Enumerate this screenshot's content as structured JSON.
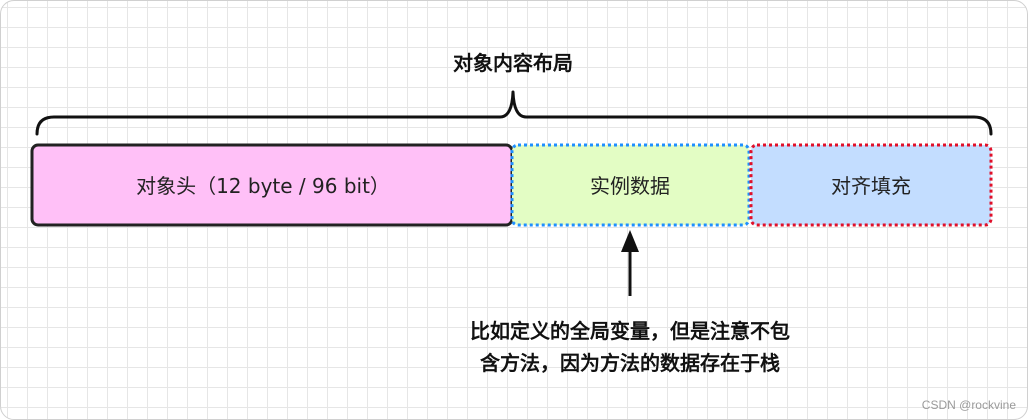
{
  "diagram": {
    "title": "对象内容布局",
    "blocks": [
      {
        "label": "对象头（12 byte / 96 bit）",
        "fill": "#ffc0f7",
        "stroke": "#222222",
        "border_style": "solid"
      },
      {
        "label": "实例数据",
        "fill": "#e3fdc4",
        "stroke": "#1e8fff",
        "border_style": "dotted"
      },
      {
        "label": "对齐填充",
        "fill": "#c3ddff",
        "stroke": "#e0102a",
        "border_style": "dotted"
      }
    ],
    "annotation": {
      "line1": "比如定义的全局变量，但是注意不包",
      "line2": "含方法，因为方法的数据存在于栈"
    },
    "watermark": "CSDN @rockvine"
  }
}
